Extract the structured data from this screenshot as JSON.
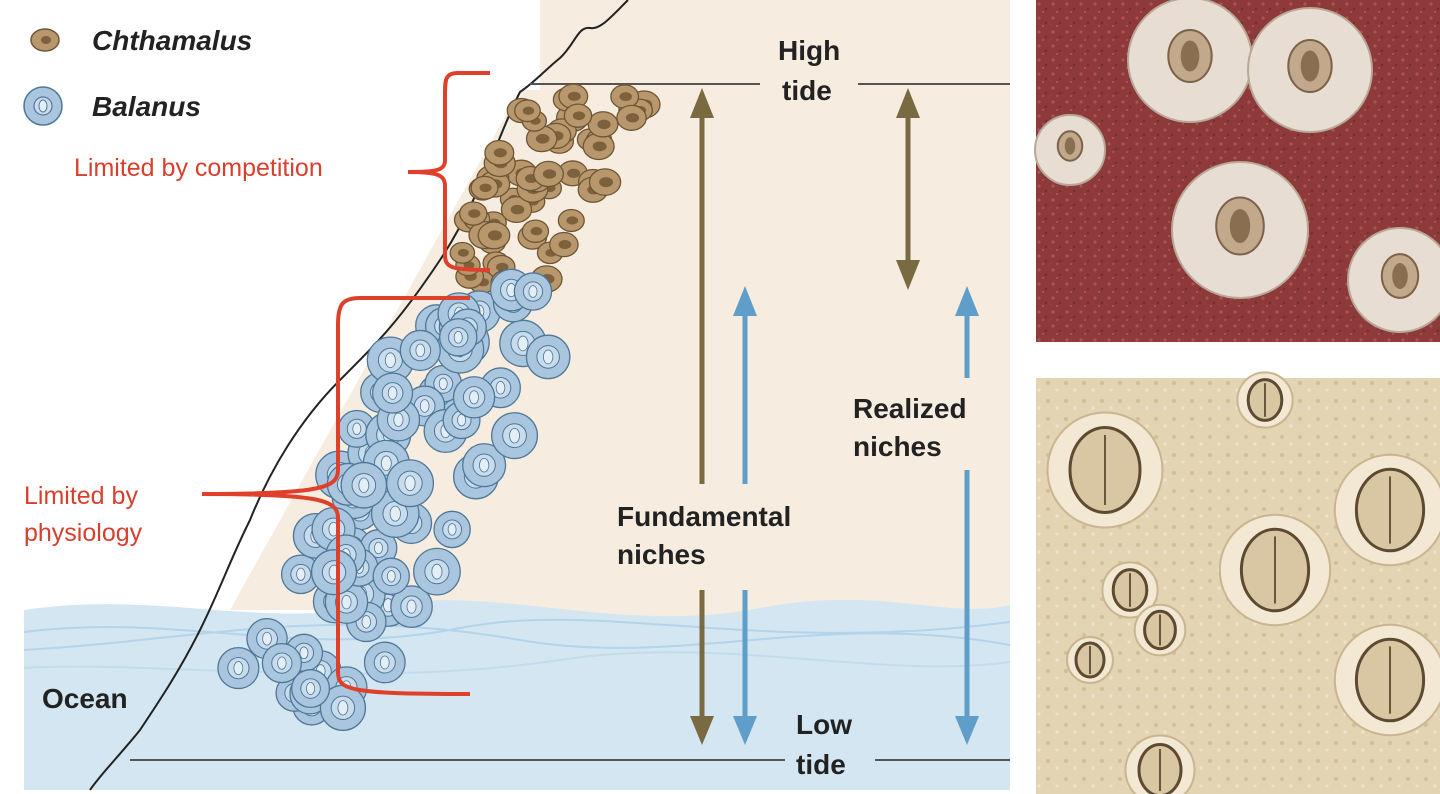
{
  "legend": {
    "chthamalus": "Chthamalus",
    "balanus": "Balanus"
  },
  "labels": {
    "high_tide_1": "High",
    "high_tide_2": "tide",
    "low_tide_1": "Low",
    "low_tide_2": "tide",
    "ocean": "Ocean",
    "fundamental_1": "Fundamental",
    "fundamental_2": "niches",
    "realized_1": "Realized",
    "realized_2": "niches",
    "competition": "Limited by competition",
    "physiology_1": "Limited by",
    "physiology_2": "physiology"
  },
  "colors": {
    "chthamalus": "#b8976c",
    "balanus": "#a9c6de",
    "fundamental_arrow": "#7a6a42",
    "realized_arrow": "#5f9ec8",
    "limit_bracket": "#e0402a",
    "zone_bg": "#f6ecdf",
    "ocean": "#d4e6f1"
  },
  "photos": {
    "top": "chthamalus-photo",
    "bottom": "balanus-photo"
  }
}
